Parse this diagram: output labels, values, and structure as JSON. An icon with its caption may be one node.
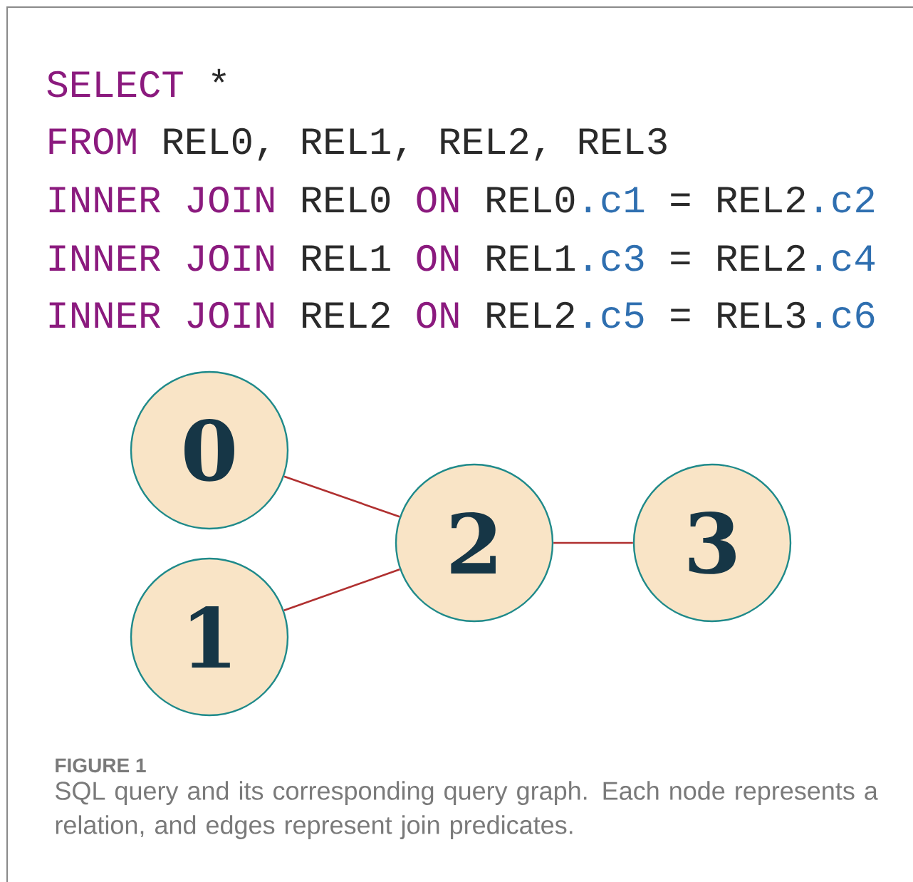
{
  "diagram": {
    "caption": "SQL query and its corresponding query graph. Each node represents a relation, and edges represent join predicates.",
    "nodes": [
      {
        "text": [
          "0"
        ]
      },
      {
        "text": [
          "1"
        ]
      },
      {
        "text": [
          "2"
        ]
      },
      {
        "text": [
          "3"
        ]
      }
    ],
    "edges": [
      {
        "from": 0,
        "to": 2,
        "arrow": "none"
      },
      {
        "from": 1,
        "to": 2,
        "arrow": "none"
      },
      {
        "from": 2,
        "to": 3,
        "arrow": "none"
      }
    ],
    "labels": [
      "SELECT",
      "*",
      "FROM",
      "REL0, REL1, REL2, REL3",
      "INNER JOIN",
      "REL0",
      "ON",
      "REL0",
      ".c1",
      "=",
      "REL2",
      ".c2",
      "INNER JOIN",
      "REL1",
      "ON",
      "REL1",
      ".c3",
      "=",
      "REL2",
      ".c4",
      "INNER JOIN",
      "REL2",
      "ON",
      "REL2",
      ".c5",
      "=",
      "REL3",
      ".c6",
      "FIGURE 1"
    ]
  }
}
